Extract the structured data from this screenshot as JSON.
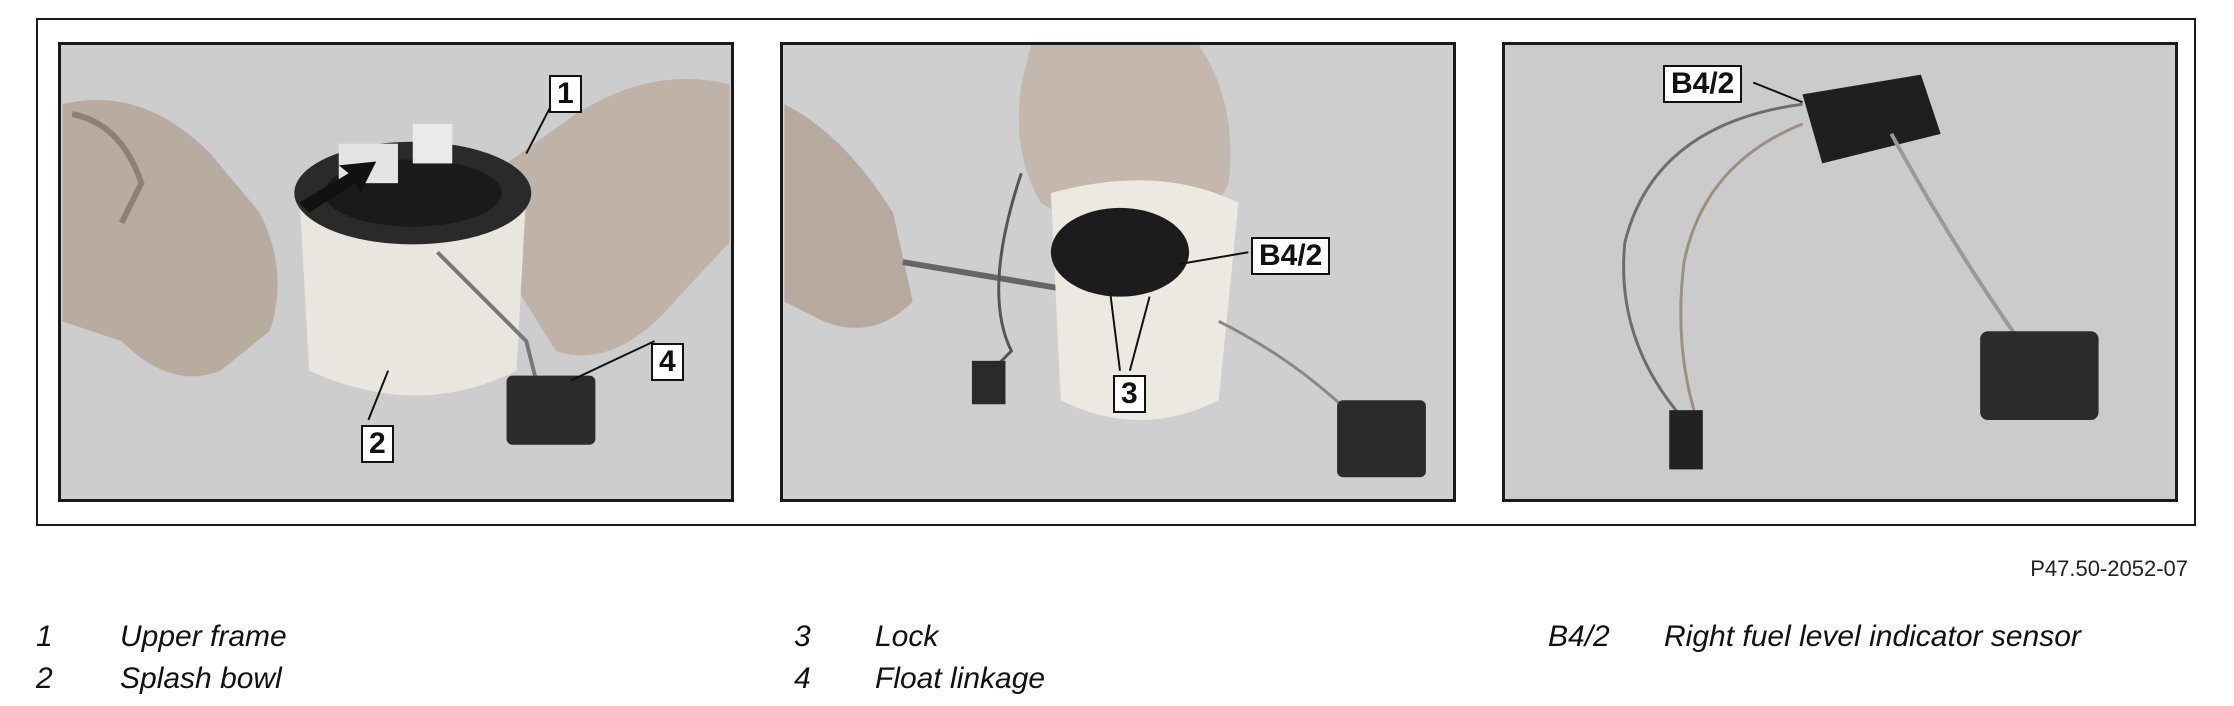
{
  "figure": {
    "reference": "P47.50-2052-07",
    "panels": [
      {
        "callouts": [
          "1",
          "4",
          "2"
        ]
      },
      {
        "callouts": [
          "B4/2",
          "3"
        ]
      },
      {
        "callouts": [
          "B4/2"
        ]
      }
    ]
  },
  "legend": [
    {
      "key": "1",
      "label": "Upper frame"
    },
    {
      "key": "2",
      "label": "Splash bowl"
    },
    {
      "key": "3",
      "label": "Lock"
    },
    {
      "key": "4",
      "label": "Float linkage"
    },
    {
      "key": "B4/2",
      "label": "Right fuel level indicator sensor"
    }
  ]
}
